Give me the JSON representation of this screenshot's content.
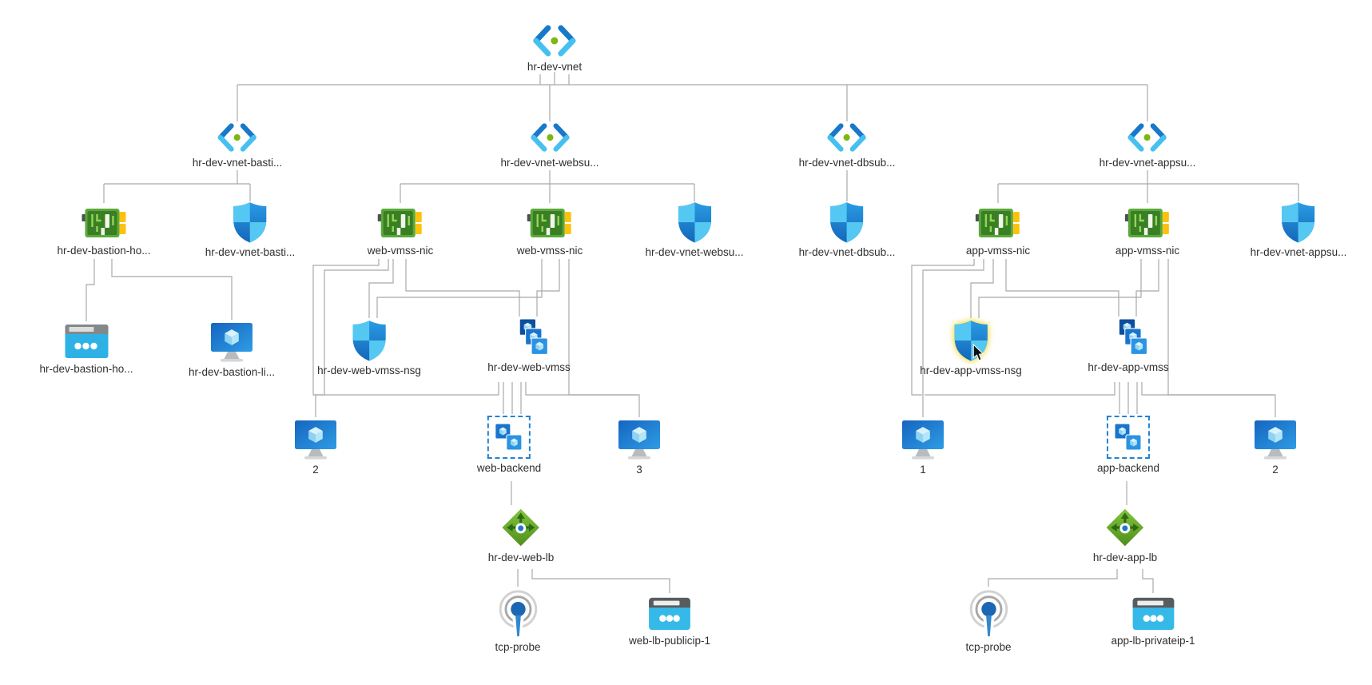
{
  "colors": {
    "edge": "#a9a9a9",
    "vnet_blue_dark": "#1878c9",
    "vnet_blue_light": "#45c0f0",
    "vnet_dot_green": "#7db713",
    "nsg_blue": "#1f7ed5",
    "nsg_cyan": "#54c8f3",
    "nic_green": "#5aa93c",
    "nic_yellow": "#fdc20f",
    "vm_blue": "#1a74cd",
    "lb_green": "#6aa81f",
    "ip_cyan": "#35b9e9",
    "probe_blue": "#1c67b1"
  },
  "nodes": {
    "vnet": {
      "label": "hr-dev-vnet",
      "type": "virtual-network"
    },
    "subnet_bastion": {
      "label": "hr-dev-vnet-basti...",
      "type": "subnet"
    },
    "subnet_web": {
      "label": "hr-dev-vnet-websu...",
      "type": "subnet"
    },
    "subnet_db": {
      "label": "hr-dev-vnet-dbsub...",
      "type": "subnet"
    },
    "subnet_app": {
      "label": "hr-dev-vnet-appsu...",
      "type": "subnet"
    },
    "nic_bastion": {
      "label": "hr-dev-bastion-ho...",
      "type": "network-interface"
    },
    "nsg_bastion": {
      "label": "hr-dev-vnet-basti...",
      "type": "network-security-group"
    },
    "nic_web_1": {
      "label": "web-vmss-nic",
      "type": "network-interface"
    },
    "nic_web_2": {
      "label": "web-vmss-nic",
      "type": "network-interface"
    },
    "nsg_web_subnet": {
      "label": "hr-dev-vnet-websu...",
      "type": "network-security-group"
    },
    "nsg_db_subnet": {
      "label": "hr-dev-vnet-dbsub...",
      "type": "network-security-group"
    },
    "nic_app_1": {
      "label": "app-vmss-nic",
      "type": "network-interface"
    },
    "nic_app_2": {
      "label": "app-vmss-nic",
      "type": "network-interface"
    },
    "nsg_app_subnet": {
      "label": "hr-dev-vnet-appsu...",
      "type": "network-security-group"
    },
    "bastion_host": {
      "label": "hr-dev-bastion-ho...",
      "type": "bastion-host"
    },
    "bastion_vm": {
      "label": "hr-dev-bastion-li...",
      "type": "virtual-machine"
    },
    "nsg_web_vmss": {
      "label": "hr-dev-web-vmss-nsg",
      "type": "network-security-group"
    },
    "vmss_web": {
      "label": "hr-dev-web-vmss",
      "type": "vm-scale-set"
    },
    "nsg_app_vmss": {
      "label": "hr-dev-app-vmss-nsg",
      "type": "network-security-group"
    },
    "vmss_app": {
      "label": "hr-dev-app-vmss",
      "type": "vm-scale-set"
    },
    "vm_web_a": {
      "label": "2",
      "type": "virtual-machine"
    },
    "backend_web": {
      "label": "web-backend",
      "type": "backend-pool"
    },
    "vm_web_b": {
      "label": "3",
      "type": "virtual-machine"
    },
    "vm_app_a": {
      "label": "1",
      "type": "virtual-machine"
    },
    "backend_app": {
      "label": "app-backend",
      "type": "backend-pool"
    },
    "vm_app_b": {
      "label": "2",
      "type": "virtual-machine"
    },
    "lb_web": {
      "label": "hr-dev-web-lb",
      "type": "load-balancer"
    },
    "lb_app": {
      "label": "hr-dev-app-lb",
      "type": "load-balancer"
    },
    "probe_web": {
      "label": "tcp-probe",
      "type": "health-probe"
    },
    "pip_web": {
      "label": "web-lb-publicip-1",
      "type": "public-ip"
    },
    "probe_app": {
      "label": "tcp-probe",
      "type": "health-probe"
    },
    "pip_app": {
      "label": "app-lb-privateip-1",
      "type": "private-ip"
    }
  }
}
